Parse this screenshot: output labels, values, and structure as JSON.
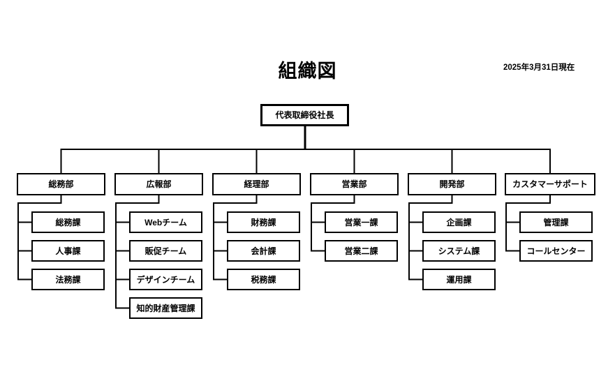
{
  "page": {
    "title": "組織図",
    "as_of_date": "2025年3月31日現在"
  },
  "org_chart": {
    "root": {
      "label": "代表取締役社長"
    },
    "departments": [
      {
        "label": "総務部",
        "children": [
          {
            "label": "総務課"
          },
          {
            "label": "人事課"
          },
          {
            "label": "法務課"
          }
        ]
      },
      {
        "label": "広報部",
        "children": [
          {
            "label": "Webチーム"
          },
          {
            "label": "販促チーム"
          },
          {
            "label": "デザインチーム"
          },
          {
            "label": "知的財産管理課"
          }
        ]
      },
      {
        "label": "経理部",
        "children": [
          {
            "label": "財務課"
          },
          {
            "label": "会計課"
          },
          {
            "label": "税務課"
          }
        ]
      },
      {
        "label": "営業部",
        "children": [
          {
            "label": "営業一課"
          },
          {
            "label": "営業二課"
          }
        ]
      },
      {
        "label": "開発部",
        "children": [
          {
            "label": "企画課"
          },
          {
            "label": "システム課"
          },
          {
            "label": "運用課"
          }
        ]
      },
      {
        "label": "カスタマーサポート",
        "children": [
          {
            "label": "管理課"
          },
          {
            "label": "コールセンター"
          }
        ]
      }
    ],
    "colors": {
      "background": "#ffffff",
      "line": "#000000",
      "box_border": "#000000",
      "box_fill": "#ffffff",
      "text": "#000000"
    }
  }
}
